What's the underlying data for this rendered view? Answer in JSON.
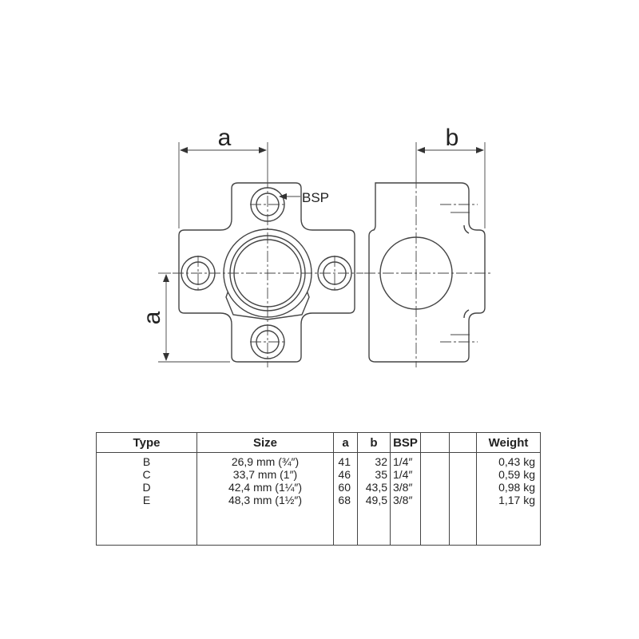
{
  "diagram": {
    "dim_a_top": "a",
    "dim_a_side": "a",
    "dim_b": "b",
    "thread_label": "BSP"
  },
  "table": {
    "headers": [
      "Type",
      "Size",
      "a",
      "b",
      "BSP",
      "",
      "",
      "Weight"
    ],
    "rows": [
      {
        "type": "B",
        "size": "26,9 mm (¾″)",
        "a": "41",
        "b": "32",
        "bsp": "1/4″",
        "weight": "0,43 kg"
      },
      {
        "type": "C",
        "size": "33,7 mm (1″)",
        "a": "46",
        "b": "35",
        "bsp": "1/4″",
        "weight": "0,59 kg"
      },
      {
        "type": "D",
        "size": "42,4 mm (1¼″)",
        "a": "60",
        "b": "43,5",
        "bsp": "3/8″",
        "weight": "0,98 kg"
      },
      {
        "type": "E",
        "size": "48,3 mm (1½″)",
        "a": "68",
        "b": "49,5",
        "bsp": "3/8″",
        "weight": "1,17 kg"
      }
    ]
  }
}
